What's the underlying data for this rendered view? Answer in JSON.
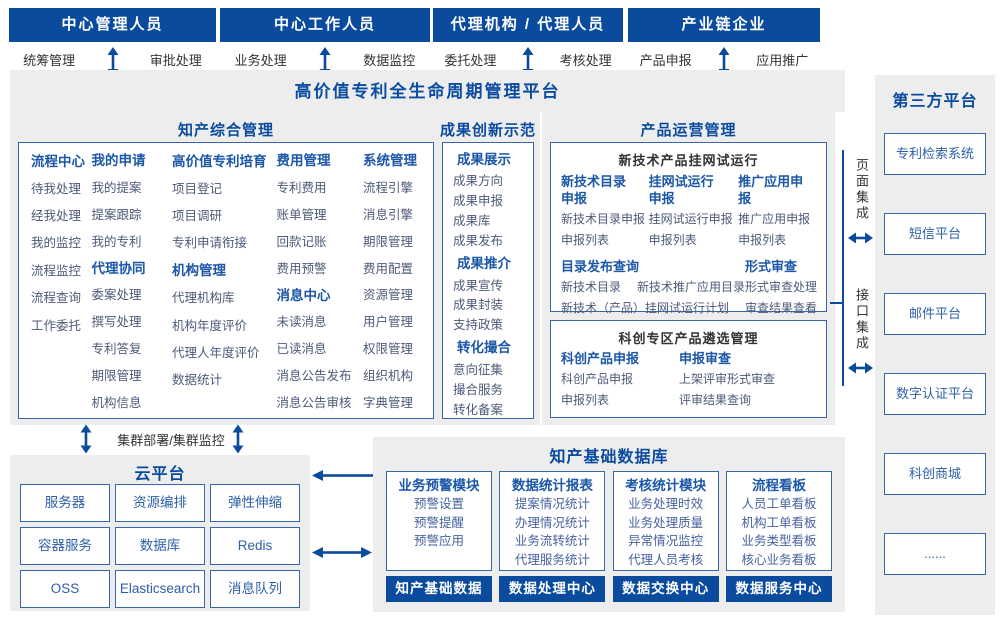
{
  "actors": [
    {
      "title": "中心管理人员",
      "left": "统筹管理",
      "right": "审批处理"
    },
    {
      "title": "中心工作人员",
      "left": "业务处理",
      "right": "数据监控"
    },
    {
      "title": "代理机构 / 代理人员",
      "left": "委托处理",
      "right": "考核处理"
    },
    {
      "title": "产业链企业",
      "left": "产品申报",
      "right": "应用推广"
    }
  ],
  "platform": {
    "title": "高价值专利全生命周期管理平台"
  },
  "ip_mgmt": {
    "title": "知产综合管理",
    "col1": [
      {
        "t": "h",
        "label": "流程中心"
      },
      {
        "t": "i",
        "label": "待我处理"
      },
      {
        "t": "i",
        "label": "经我处理"
      },
      {
        "t": "i",
        "label": "我的监控"
      },
      {
        "t": "i",
        "label": "流程监控"
      },
      {
        "t": "i",
        "label": "流程查询"
      },
      {
        "t": "i",
        "label": "工作委托"
      }
    ],
    "col2": [
      {
        "t": "h",
        "label": "我的申请"
      },
      {
        "t": "i",
        "label": "我的提案"
      },
      {
        "t": "i",
        "label": "提案跟踪"
      },
      {
        "t": "i",
        "label": "我的专利"
      },
      {
        "t": "h",
        "label": "代理协同"
      },
      {
        "t": "i",
        "label": "委案处理"
      },
      {
        "t": "i",
        "label": "撰写处理"
      },
      {
        "t": "i",
        "label": "专利答复"
      },
      {
        "t": "i",
        "label": "期限管理"
      },
      {
        "t": "i",
        "label": "机构信息"
      }
    ],
    "col3": [
      {
        "t": "h",
        "label": "高价值专利培育"
      },
      {
        "t": "i",
        "label": "项目登记"
      },
      {
        "t": "i",
        "label": "项目调研"
      },
      {
        "t": "i",
        "label": "专利申请衔接"
      },
      {
        "t": "h",
        "label": "机构管理"
      },
      {
        "t": "i",
        "label": "代理机构库"
      },
      {
        "t": "i",
        "label": "机构年度评价"
      },
      {
        "t": "i",
        "label": "代理人年度评价"
      },
      {
        "t": "i",
        "label": "数据统计"
      }
    ],
    "col4": [
      {
        "t": "h",
        "label": "费用管理"
      },
      {
        "t": "i",
        "label": "专利费用"
      },
      {
        "t": "i",
        "label": "账单管理"
      },
      {
        "t": "i",
        "label": "回款记账"
      },
      {
        "t": "i",
        "label": "费用预警"
      },
      {
        "t": "h",
        "label": "消息中心"
      },
      {
        "t": "i",
        "label": "未读消息"
      },
      {
        "t": "i",
        "label": "已读消息"
      },
      {
        "t": "i",
        "label": "消息公告发布"
      },
      {
        "t": "i",
        "label": "消息公告审核"
      }
    ],
    "col5": [
      {
        "t": "h",
        "label": "系统管理"
      },
      {
        "t": "i",
        "label": "流程引擎"
      },
      {
        "t": "i",
        "label": "消息引擎"
      },
      {
        "t": "i",
        "label": "期限管理"
      },
      {
        "t": "i",
        "label": "费用配置"
      },
      {
        "t": "i",
        "label": "资源管理"
      },
      {
        "t": "i",
        "label": "用户管理"
      },
      {
        "t": "i",
        "label": "权限管理"
      },
      {
        "t": "i",
        "label": "组织机构"
      },
      {
        "t": "i",
        "label": "字典管理"
      }
    ]
  },
  "achievement": {
    "title": "成果创新示范",
    "entries": [
      {
        "t": "h",
        "label": "成果展示"
      },
      {
        "t": "i",
        "label": "成果方向"
      },
      {
        "t": "i",
        "label": "成果申报"
      },
      {
        "t": "i",
        "label": "成果库"
      },
      {
        "t": "i",
        "label": "成果发布"
      },
      {
        "t": "h",
        "label": "成果推介"
      },
      {
        "t": "i",
        "label": "成果宣传"
      },
      {
        "t": "i",
        "label": "成果封装"
      },
      {
        "t": "i",
        "label": "支持政策"
      },
      {
        "t": "h",
        "label": "转化撮合"
      },
      {
        "t": "i",
        "label": "意向征集"
      },
      {
        "t": "i",
        "label": "撮合服务"
      },
      {
        "t": "i",
        "label": "转化备案"
      }
    ]
  },
  "product_ops": {
    "title": "产品运营管理",
    "box1": {
      "title": "新技术产品挂网试运行",
      "groups": [
        {
          "header": "新技术目录申报",
          "items": [
            "新技术目录申报",
            "申报列表"
          ]
        },
        {
          "header": "挂网试运行申报",
          "items": [
            "挂网试运行申报",
            "申报列表"
          ]
        },
        {
          "header": "推广应用申报",
          "items": [
            "推广应用申报",
            "申报列表"
          ]
        }
      ],
      "catalog": {
        "header": "目录发布查询",
        "row1a": "新技术目录",
        "row1b": "新技术推广应用目录",
        "row2": "新技术（产品）挂网试运行计划"
      },
      "review": {
        "header": "形式审查",
        "items": [
          "形式审查处理",
          "审查结果查看"
        ]
      }
    },
    "box2": {
      "title": "科创专区产品遴选管理",
      "groups": [
        {
          "header": "科创产品申报",
          "items": [
            "科创产品申报",
            "申报列表"
          ]
        },
        {
          "header": "申报审查",
          "items": [
            "上架评审形式审查",
            "评审结果查询"
          ]
        }
      ]
    }
  },
  "integration": {
    "page": "页面集成",
    "api": "接口集成"
  },
  "third_party": {
    "title": "第三方平台",
    "boxes": [
      "专利检索系统",
      "短信平台",
      "邮件平台",
      "数字认证平台",
      "科创商城",
      "......"
    ]
  },
  "cluster_label": "集群部署/集群监控",
  "cloud": {
    "title": "云平台",
    "boxes": [
      "服务器",
      "资源编排",
      "弹性伸缩",
      "容器服务",
      "数据库",
      "Redis",
      "OSS",
      "Elasticsearch",
      "消息队列"
    ]
  },
  "ip_db": {
    "title": "知产基础数据库",
    "columns": [
      {
        "header": "业务预警模块",
        "items": [
          "预警设置",
          "预警提醒",
          "预警应用"
        ]
      },
      {
        "header": "数据统计报表",
        "items": [
          "提案情况统计",
          "办理情况统计",
          "业务流转统计",
          "代理服务统计"
        ]
      },
      {
        "header": "考核统计模块",
        "items": [
          "业务处理时效",
          "业务处理质量",
          "异常情况监控",
          "代理人员考核"
        ]
      },
      {
        "header": "流程看板",
        "items": [
          "人员工单看板",
          "机构工单看板",
          "业务类型看板",
          "核心业务看板"
        ]
      }
    ],
    "footers": [
      "知产基础数据",
      "数据处理中心",
      "数据交换中心",
      "数据服务中心"
    ]
  },
  "colors": {
    "navy": "#0b4b9e",
    "accent_blue": "#1c57a8",
    "panel_gray": "#ededee",
    "box_border": "#3566ae"
  }
}
